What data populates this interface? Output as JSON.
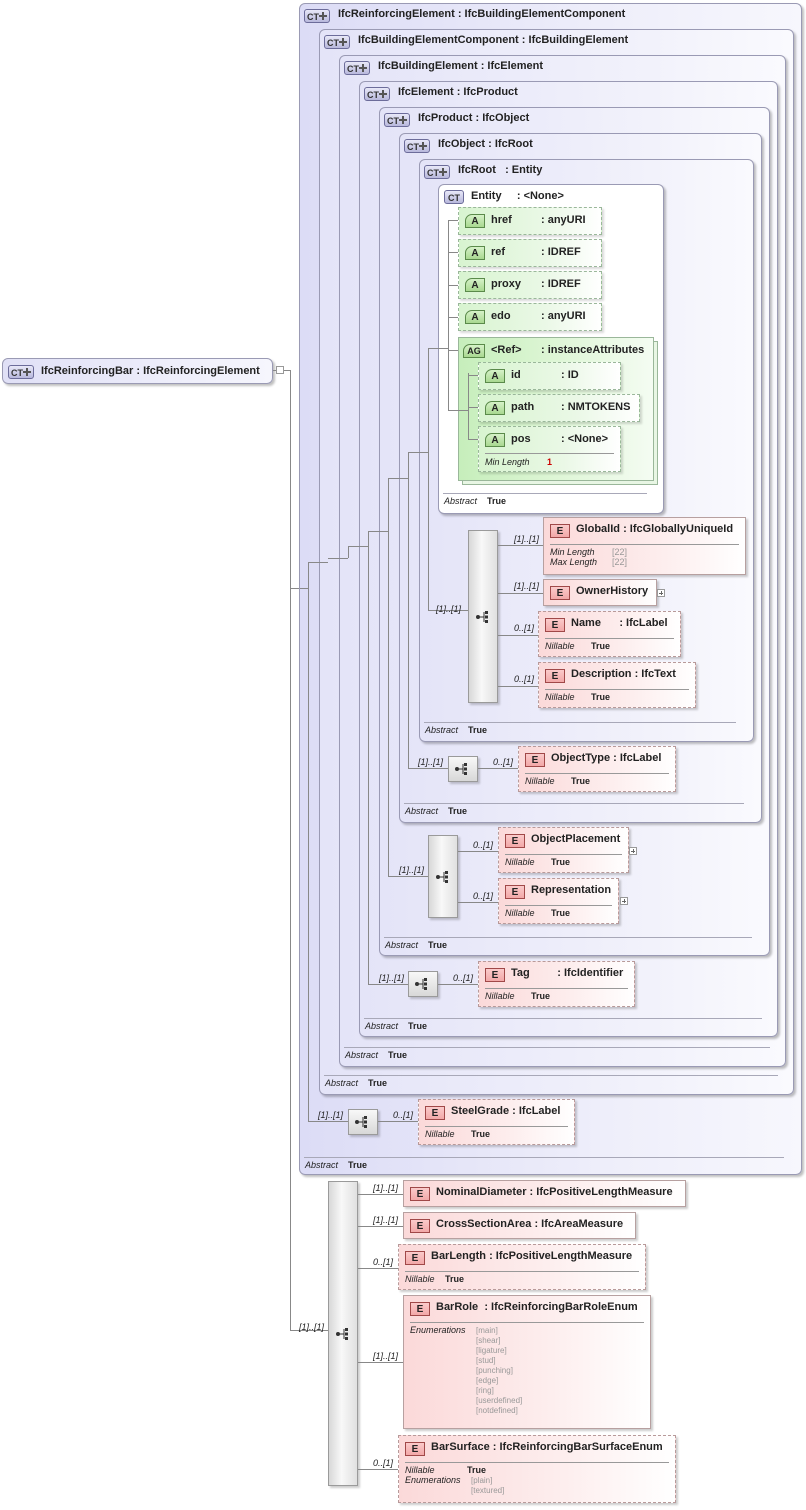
{
  "root": {
    "badge": "CT",
    "name": "IfcReinforcingBar",
    "type": ": IfcReinforcingElement"
  },
  "ct_chain": [
    {
      "badge": "CT",
      "name": "IfcReinforcingElement",
      "type": ": IfcBuildingElementComponent"
    },
    {
      "badge": "CT",
      "name": "IfcBuildingElementComponent",
      "type": ": IfcBuildingElement"
    },
    {
      "badge": "CT",
      "name": "IfcBuildingElement",
      "type": ": IfcElement"
    },
    {
      "badge": "CT",
      "name": "IfcElement",
      "type": ": IfcProduct"
    },
    {
      "badge": "CT",
      "name": "IfcProduct",
      "type": ": IfcObject"
    },
    {
      "badge": "CT",
      "name": "IfcObject",
      "type": ": IfcRoot"
    },
    {
      "badge": "CT",
      "name": "IfcRoot",
      "type": ": Entity"
    },
    {
      "badge": "CT",
      "name": "Entity",
      "type": ": <None>"
    }
  ],
  "entity_attrs": [
    {
      "badge": "A",
      "name": "href",
      "type": ": anyURI"
    },
    {
      "badge": "A",
      "name": "ref",
      "type": ": IDREF"
    },
    {
      "badge": "A",
      "name": "proxy",
      "type": ": IDREF"
    },
    {
      "badge": "A",
      "name": "edo",
      "type": ": anyURI"
    }
  ],
  "attr_group": {
    "badge": "AG",
    "name": "<Ref>",
    "type": ": instanceAttributes",
    "attrs": [
      {
        "badge": "A",
        "name": "id",
        "type": ": ID"
      },
      {
        "badge": "A",
        "name": "path",
        "type": ": NMTOKENS"
      },
      {
        "badge": "A",
        "name": "pos",
        "type": ": <None>",
        "prop_label": "Min Length",
        "prop_value": "1"
      }
    ]
  },
  "labels": {
    "abstract": "Abstract",
    "true": "True",
    "nillable": "Nillable",
    "min_length": "Min Length",
    "max_length": "Max Length",
    "enumerations": "Enumerations"
  },
  "root_elements": {
    "globalid": {
      "badge": "E",
      "name": "GlobalId",
      "type": ": IfcGloballyUniqueId",
      "min": "[22]",
      "max": "[22]",
      "card": "[1]..[1]"
    },
    "ownerhistory": {
      "badge": "E",
      "name": "OwnerHistory",
      "card": "[1]..[1]"
    },
    "name": {
      "badge": "E",
      "name": "Name",
      "type": ": IfcLabel",
      "card": "0..[1]"
    },
    "description": {
      "badge": "E",
      "name": "Description",
      "type": ": IfcText",
      "card": "0..[1]"
    },
    "seq_card": "[1]..[1]"
  },
  "object_elements": {
    "objecttype": {
      "badge": "E",
      "name": "ObjectType",
      "type": ": IfcLabel",
      "card": "0..[1]"
    },
    "seq_card": "[1]..[1]"
  },
  "product_elements": {
    "objectplacement": {
      "badge": "E",
      "name": "ObjectPlacement",
      "card": "0..[1]"
    },
    "representation": {
      "badge": "E",
      "name": "Representation",
      "card": "0..[1]"
    },
    "seq_card": "[1]..[1]"
  },
  "element_elements": {
    "tag": {
      "badge": "E",
      "name": "Tag",
      "type": ": IfcIdentifier",
      "card": "0..[1]"
    },
    "seq_card": "[1]..[1]"
  },
  "reinforcing_elements": {
    "steelgrade": {
      "badge": "E",
      "name": "SteelGrade",
      "type": ": IfcLabel",
      "card": "0..[1]"
    },
    "seq_card": "[1]..[1]"
  },
  "bar_elements": {
    "seq_card": "[1]..[1]",
    "nominaldiameter": {
      "badge": "E",
      "name": "NominalDiameter",
      "type": ": IfcPositiveLengthMeasure",
      "card": "[1]..[1]"
    },
    "crosssectionarea": {
      "badge": "E",
      "name": "CrossSectionArea",
      "type": ": IfcAreaMeasure",
      "card": "[1]..[1]"
    },
    "barlength": {
      "badge": "E",
      "name": "BarLength",
      "type": ": IfcPositiveLengthMeasure",
      "card": "0..[1]"
    },
    "barrole": {
      "badge": "E",
      "name": "BarRole",
      "type": ": IfcReinforcingBarRoleEnum",
      "card": "[1]..[1]",
      "enums": [
        "[main]",
        "[shear]",
        "[ligature]",
        "[stud]",
        "[punching]",
        "[edge]",
        "[ring]",
        "[userdefined]",
        "[notdefined]"
      ]
    },
    "barsurface": {
      "badge": "E",
      "name": "BarSurface",
      "type": ": IfcReinforcingBarSurfaceEnum",
      "card": "0..[1]",
      "enums": [
        "[plain]",
        "[textured]"
      ]
    }
  }
}
